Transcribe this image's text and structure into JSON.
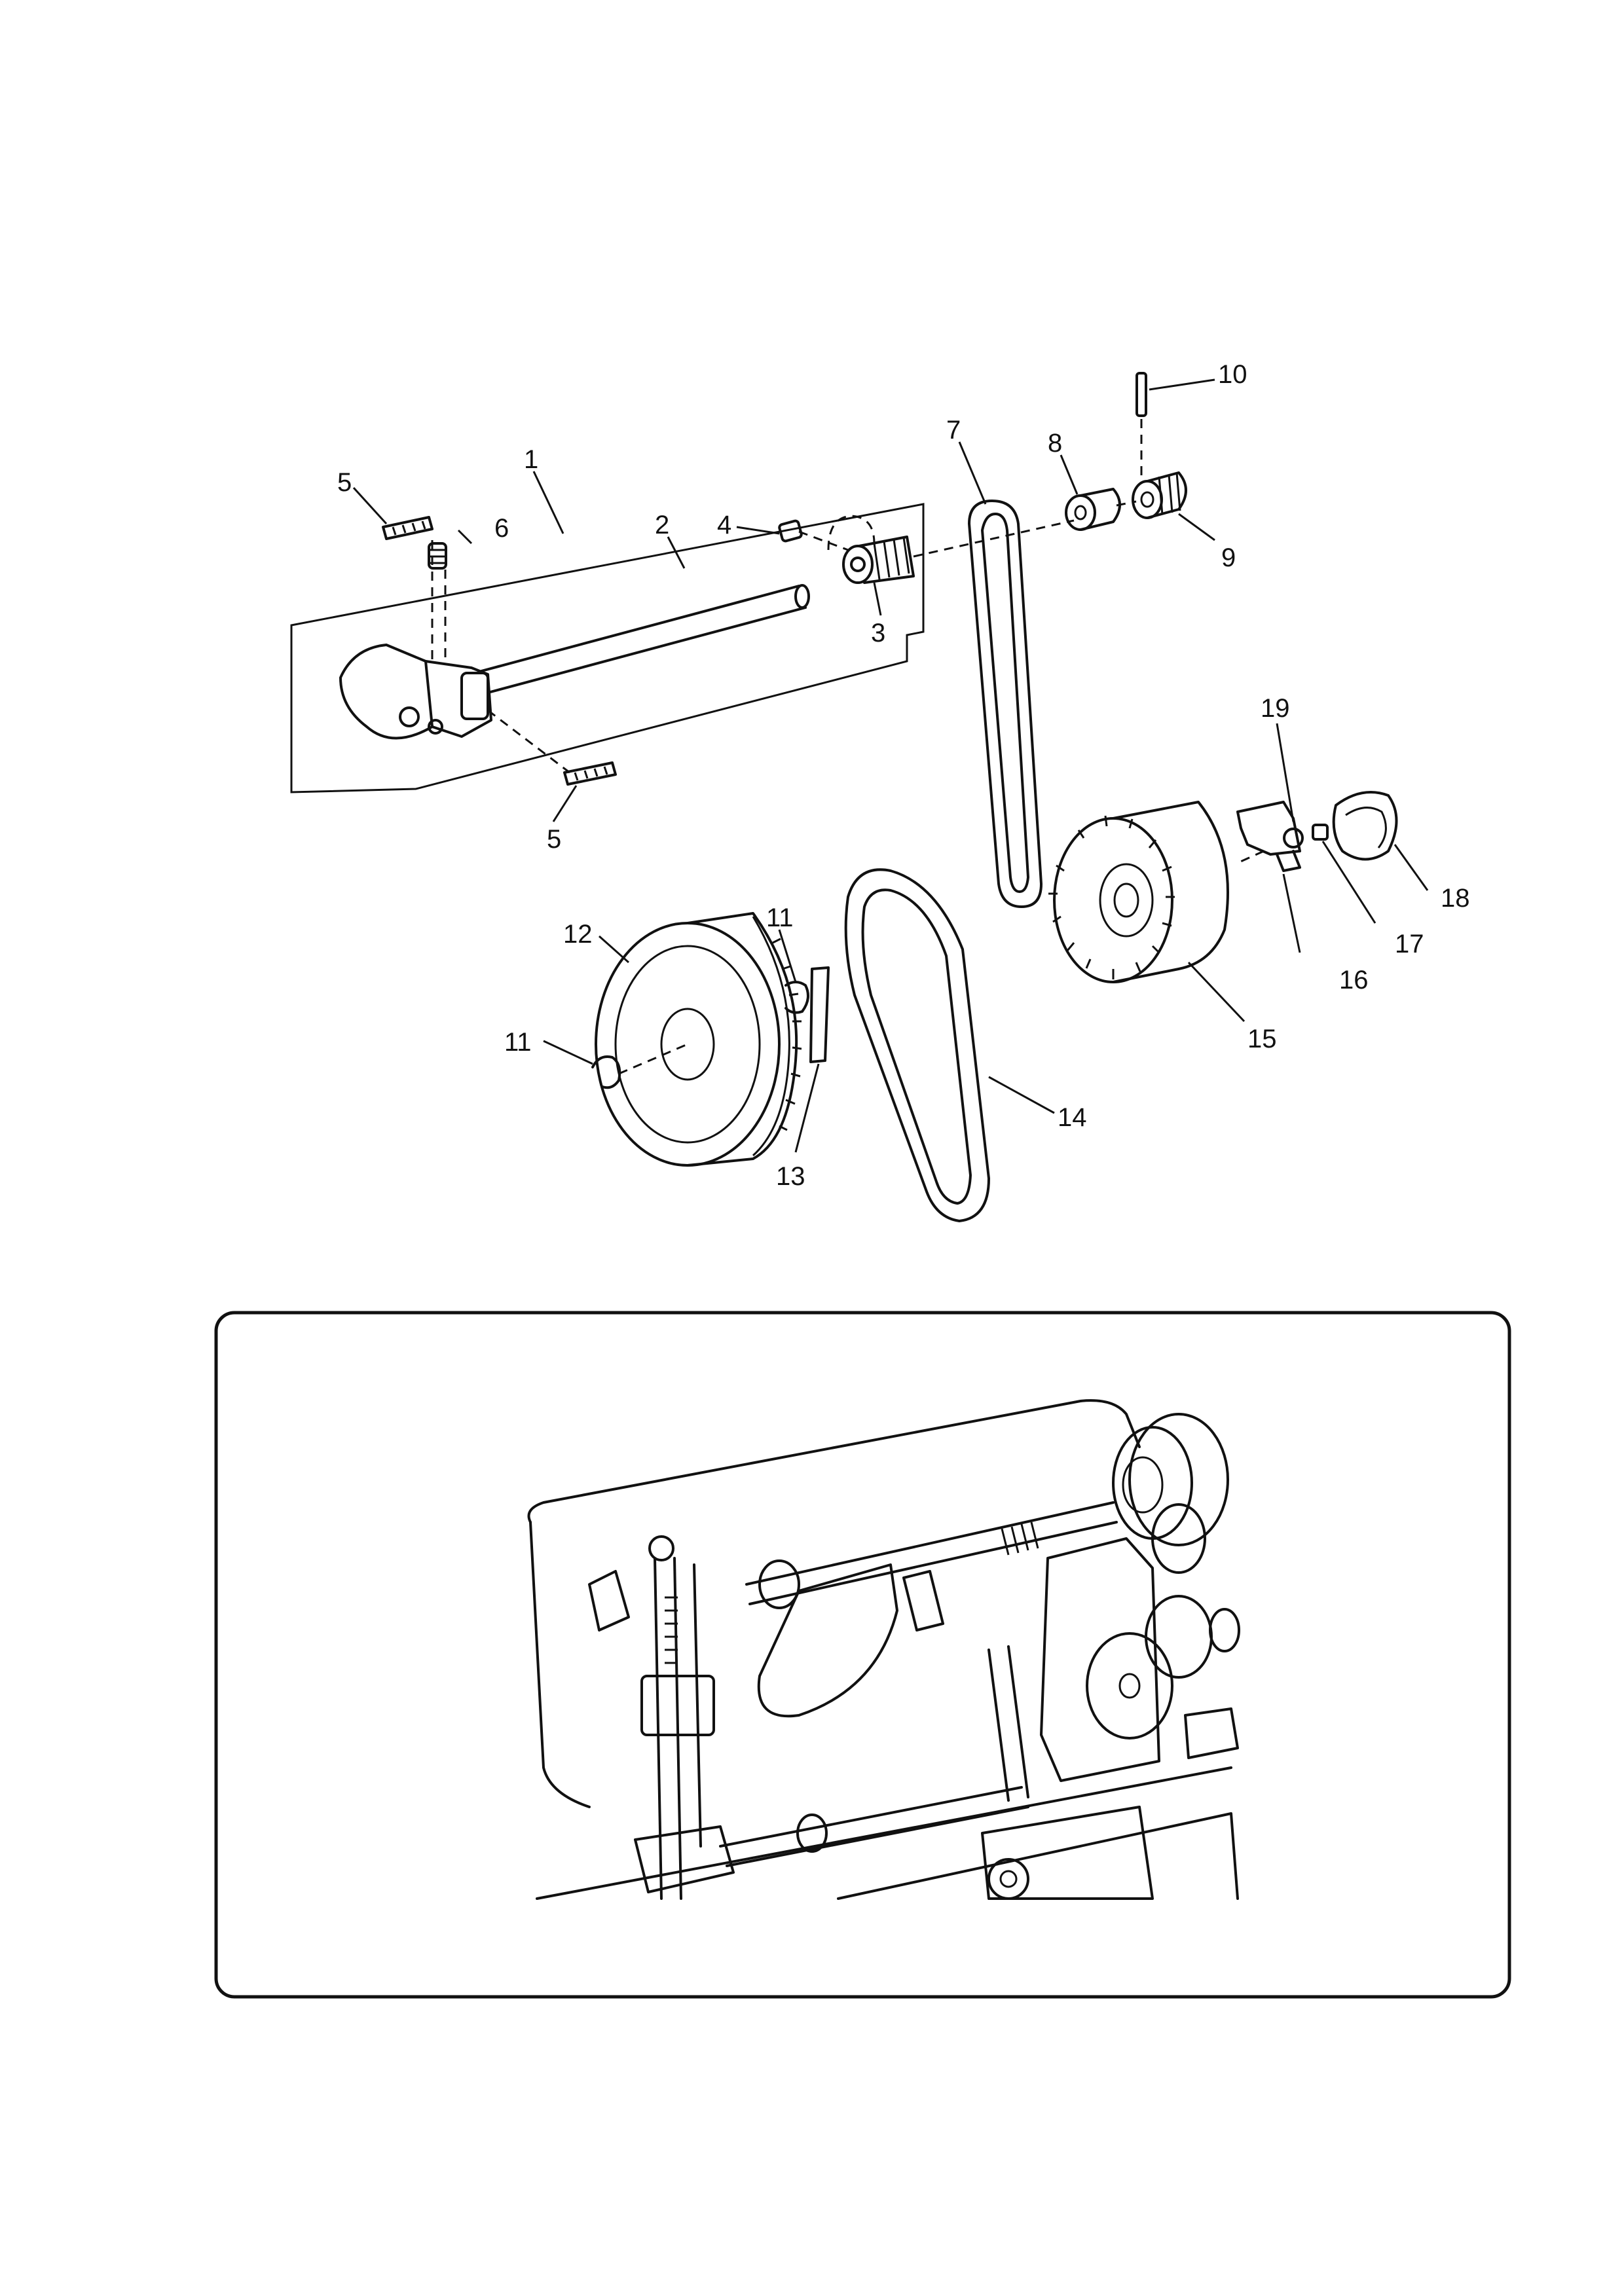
{
  "callouts": [
    "1",
    "2",
    "3",
    "4",
    "5",
    "5",
    "6",
    "7",
    "8",
    "9",
    "10",
    "11",
    "11",
    "12",
    "13",
    "14",
    "15",
    "16",
    "17",
    "18",
    "19"
  ],
  "inset_panel": {
    "shows": "machine-overview"
  }
}
